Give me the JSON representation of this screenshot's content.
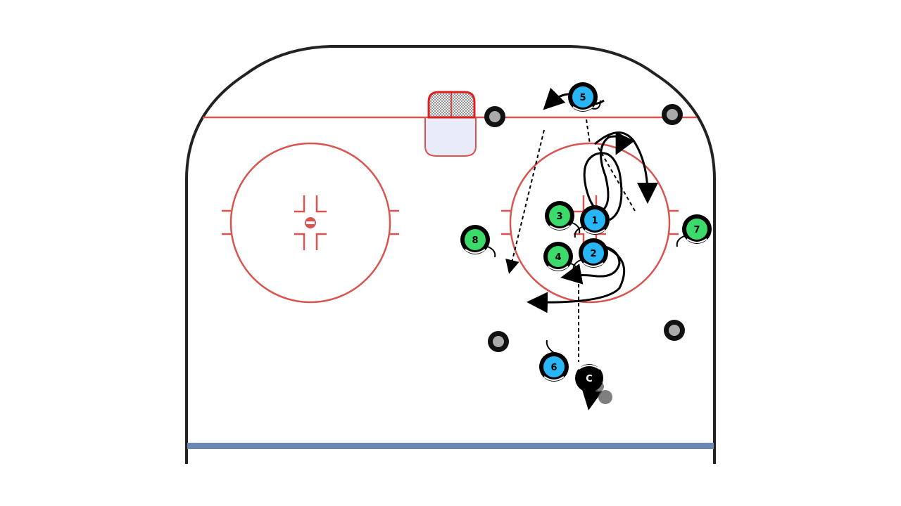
{
  "colors": {
    "boards": "#222222",
    "red_line": "#d9534f",
    "blue_line": "#6d87b4",
    "player_blue": "#29b6f6",
    "player_green": "#3cd96b",
    "coach": "#000000",
    "crease": "#e8ecf8"
  },
  "players": [
    {
      "label": "1",
      "team": "blue"
    },
    {
      "label": "2",
      "team": "blue"
    },
    {
      "label": "5",
      "team": "blue"
    },
    {
      "label": "6",
      "team": "blue"
    },
    {
      "label": "3",
      "team": "green"
    },
    {
      "label": "4",
      "team": "green"
    },
    {
      "label": "7",
      "team": "green"
    },
    {
      "label": "8",
      "team": "green"
    }
  ],
  "coach": {
    "label": "C"
  },
  "icons": {
    "faceoff_dot": "faceoff-dot-icon",
    "net": "goal-net-icon",
    "pucks": "puck-icon"
  }
}
